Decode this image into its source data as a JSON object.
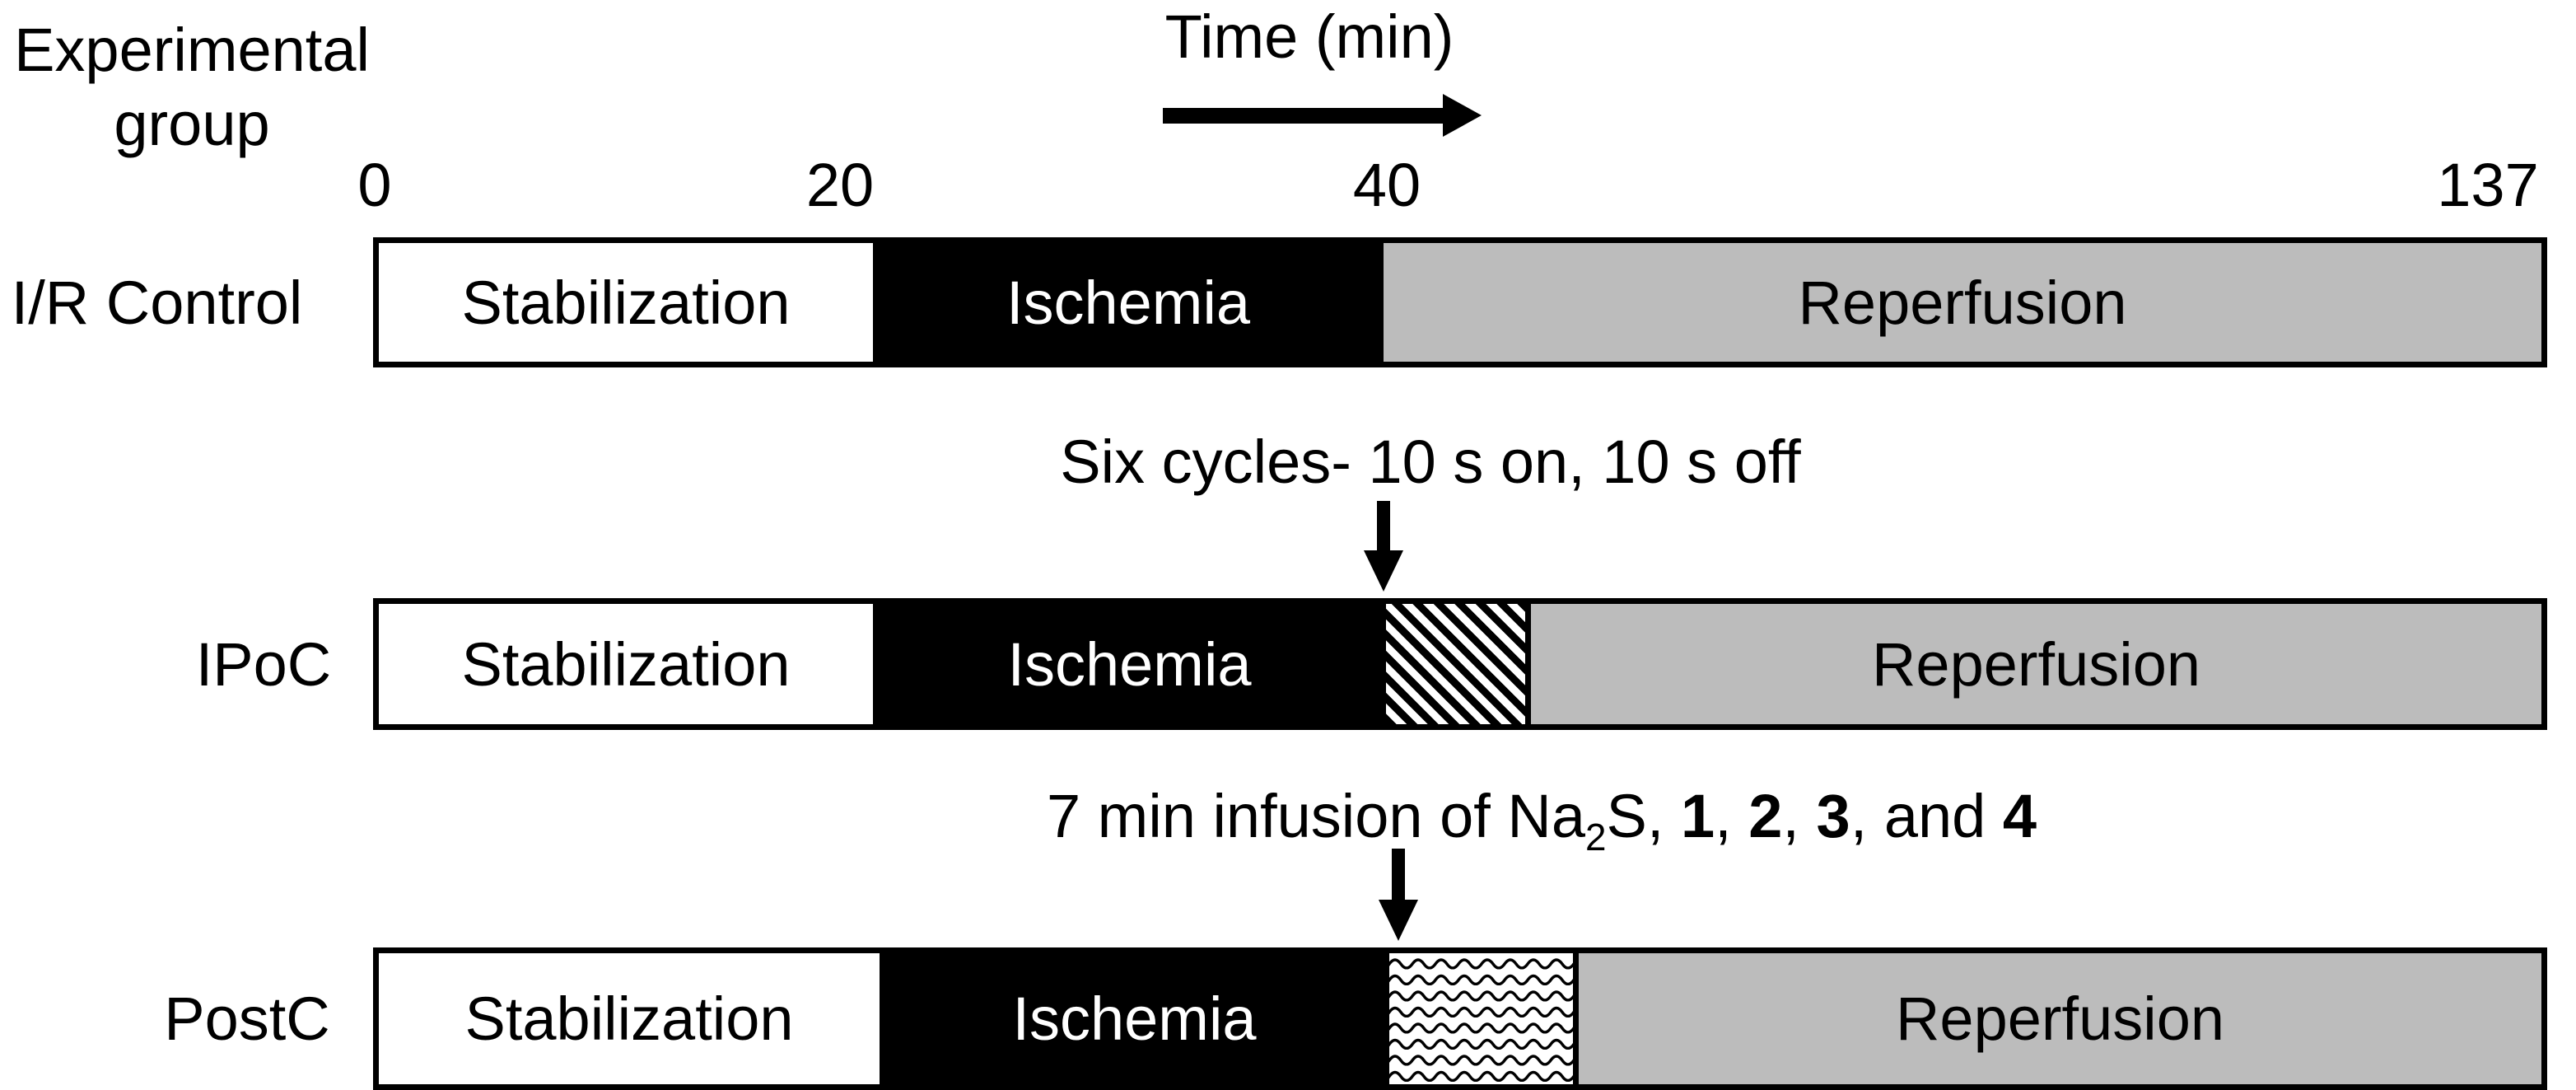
{
  "header": {
    "line1": "Experimental",
    "line2": "group"
  },
  "time_axis": {
    "title": "Time (min)",
    "ticks": [
      "0",
      "20",
      "40",
      "137"
    ]
  },
  "groups": [
    {
      "label": "I/R Control",
      "segments": [
        {
          "name": "Stabilization",
          "fill": "white",
          "start_min": 0,
          "end_min": 20
        },
        {
          "name": "Ischemia",
          "fill": "black",
          "start_min": 20,
          "end_min": 40
        },
        {
          "name": "Reperfusion",
          "fill": "gray",
          "start_min": 40,
          "end_min": 137
        }
      ]
    },
    {
      "label": "IPoC",
      "annotation": "Six cycles- 10 s on, 10 s off",
      "segments": [
        {
          "name": "Stabilization",
          "fill": "white"
        },
        {
          "name": "Ischemia",
          "fill": "black"
        },
        {
          "name": "",
          "fill": "diagonal-hatch-pattern"
        },
        {
          "name": "Reperfusion",
          "fill": "gray"
        }
      ]
    },
    {
      "label": "PostC",
      "annotation_parts": {
        "prefix": "7 min infusion of Na",
        "sub": "2",
        "mid": "S, ",
        "compound1": "1",
        "sep12": ", ",
        "compound2": "2",
        "sep23": ", ",
        "compound3": "3",
        "sep34": ", and ",
        "compound4": "4"
      },
      "segments": [
        {
          "name": "Stabilization",
          "fill": "white"
        },
        {
          "name": "Ischemia",
          "fill": "black"
        },
        {
          "name": "",
          "fill": "wave-pattern"
        },
        {
          "name": "Reperfusion",
          "fill": "gray"
        }
      ]
    }
  ],
  "colors": {
    "background": "#ffffff",
    "bar_outline": "#000000",
    "stabilization_fill": "#ffffff",
    "ischemia_fill": "#000000",
    "reperfusion_fill": "#bcbcbc",
    "text": "#000000"
  }
}
